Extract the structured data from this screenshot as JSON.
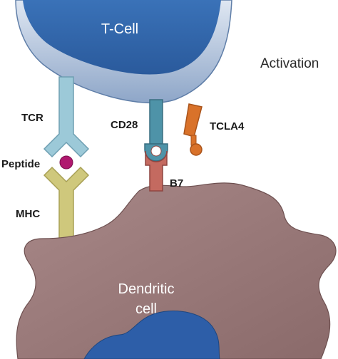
{
  "diagram": {
    "heading": "Activation",
    "t_cell": {
      "label": "T-Cell"
    },
    "dendritic_cell": {
      "label_line1": "Dendritic",
      "label_line2": "cell"
    },
    "receptors": {
      "tcr": "TCR",
      "peptide": "Peptide",
      "mhc": "MHC",
      "cd28": "CD28",
      "b7": "B7",
      "tcla4": "TCLA4"
    }
  },
  "colors": {
    "t_cell_body": "#2e63a9",
    "t_cell_rim": "#9fb4d2",
    "tcr": "#9cc9d8",
    "mhc": "#cfc87c",
    "peptide": "#b0186f",
    "cd28": "#4e93a8",
    "b7": "#c46a60",
    "tcla4": "#d9722a",
    "dendritic": "#9a7878",
    "nucleus": "#2d5ea8"
  }
}
